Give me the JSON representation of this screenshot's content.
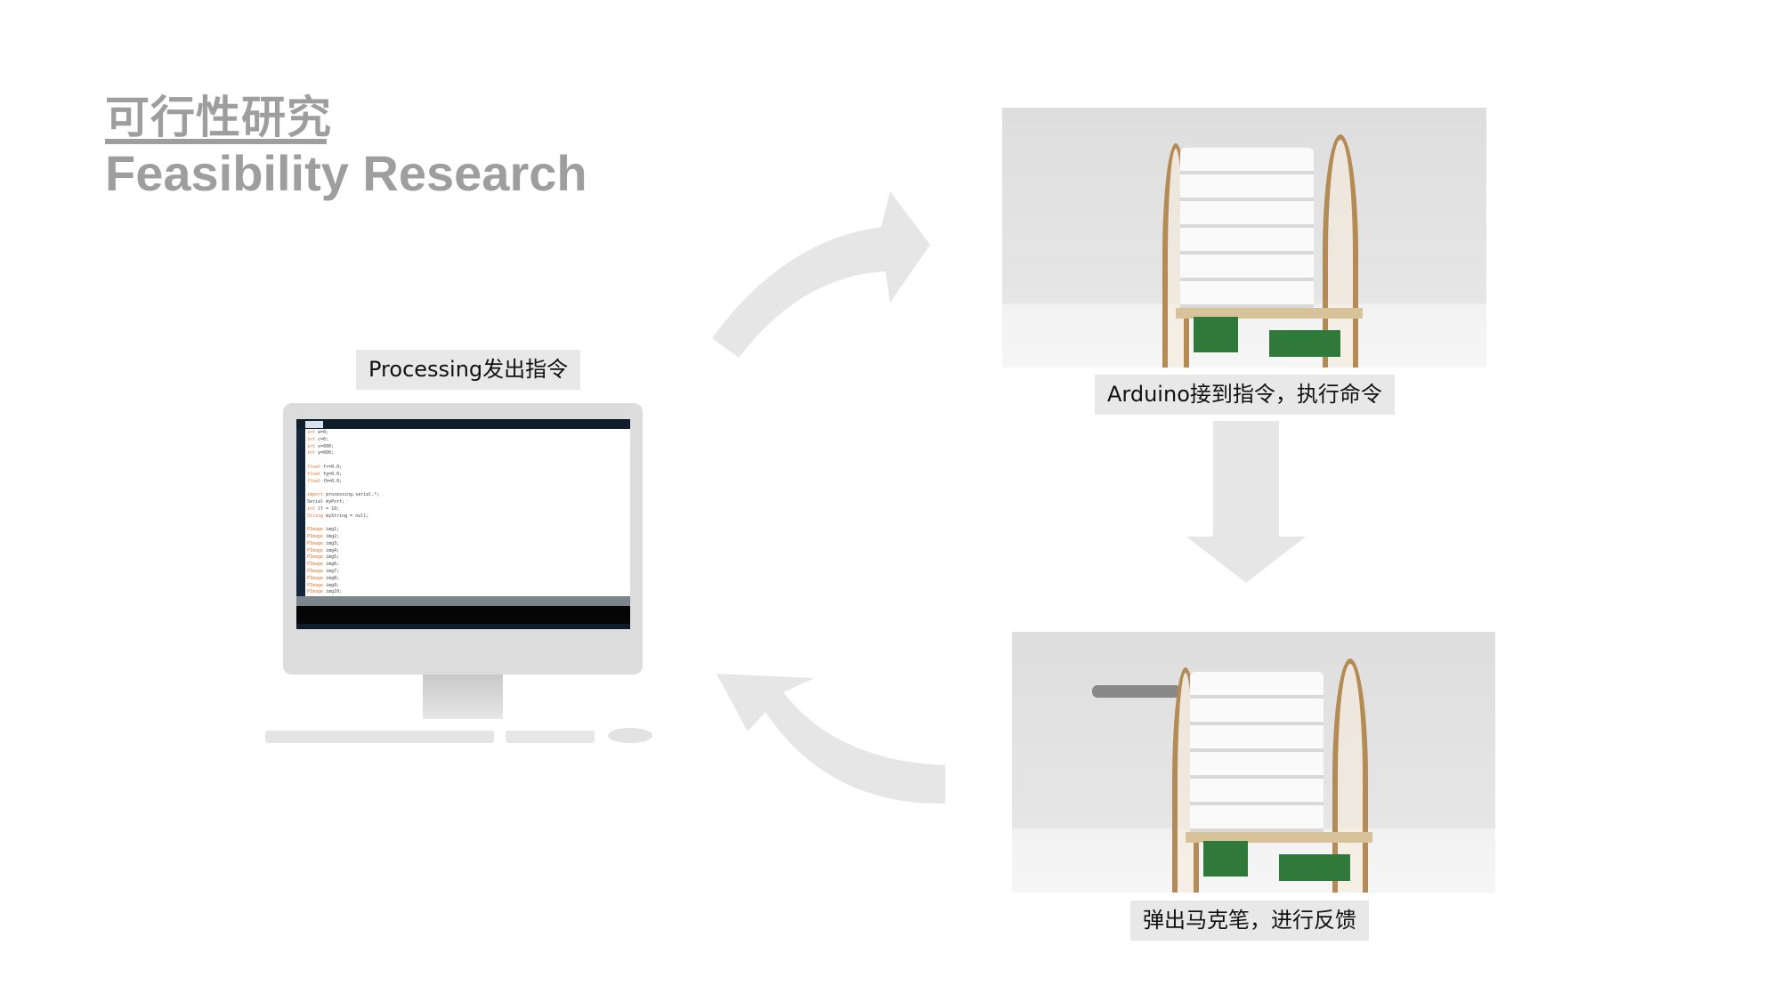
{
  "header": {
    "title_cn": "可行性研究",
    "title_en": "Feasibility Research"
  },
  "steps": [
    {
      "label": "Processing发出指令"
    },
    {
      "label": "Arduino接到指令，执行命令"
    },
    {
      "label": "弹出马克笔，进行反馈"
    }
  ],
  "code_lines": [
    [
      "int",
      "a=0;"
    ],
    [
      "int",
      "c=6;"
    ],
    [
      "int",
      "x=600;"
    ],
    [
      "int",
      "y=600;"
    ],
    [
      "",
      ""
    ],
    [
      "float",
      "fr=0.0;"
    ],
    [
      "float",
      "fg=0.0;"
    ],
    [
      "float",
      "fb=0.0;"
    ],
    [
      "",
      ""
    ],
    [
      "import",
      "processing.serial.*;"
    ],
    [
      "",
      "Serial myPort;"
    ],
    [
      "int",
      "lf = 10;"
    ],
    [
      "String",
      "myString = null;"
    ],
    [
      "",
      ""
    ],
    [
      "PImage",
      "img1;"
    ],
    [
      "PImage",
      "img2;"
    ],
    [
      "PImage",
      "img3;"
    ],
    [
      "PImage",
      "img4;"
    ],
    [
      "PImage",
      "img5;"
    ],
    [
      "PImage",
      "img6;"
    ],
    [
      "PImage",
      "img7;"
    ],
    [
      "PImage",
      "img8;"
    ],
    [
      "PImage",
      "img9;"
    ],
    [
      "PImage",
      "img10;"
    ]
  ],
  "colors": {
    "title": "#9e9e9e",
    "arrow": "#e6e6e6",
    "label_bg": "#e8e8e8"
  }
}
